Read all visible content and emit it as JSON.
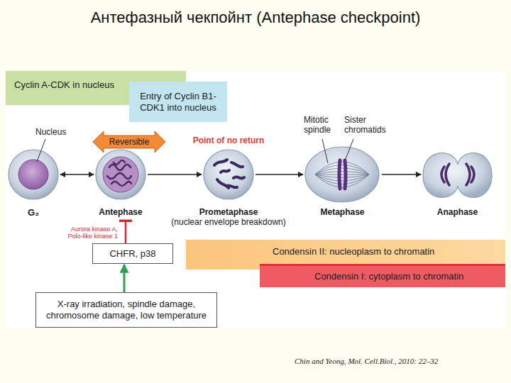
{
  "diagram": {
    "title": "Антефазный чекпойнт (Antephase checkpoint)",
    "caption": "Chin and Yeong, Mol. Cell.Biol., 2010: 22–32",
    "nodes": [
      {
        "text": [
          "Cyclin A-CDK in nucleus"
        ]
      },
      {
        "text": [
          "Entry of Cyclin B1-CDK1 into nucleus"
        ]
      },
      {
        "text": [
          "Reversible"
        ]
      },
      {
        "text": [
          "G₂"
        ]
      },
      {
        "text": [
          "Antephase"
        ]
      },
      {
        "text": [
          "Prometaphase",
          "(nuclear envelope breakdown)"
        ]
      },
      {
        "text": [
          "Metaphase"
        ]
      },
      {
        "text": [
          "Anaphase"
        ]
      },
      {
        "text": [
          "CHFR, p38"
        ]
      },
      {
        "text": [
          "X-ray irradiation, spindle damage, chromosome damage, low temperature"
        ]
      },
      {
        "text": [
          "Condensin II: nucleoplasm to chromatin"
        ]
      },
      {
        "text": [
          "Condensin I: cytoplasm to chromatin"
        ]
      }
    ],
    "edges": [
      {
        "from": 3,
        "to": 4,
        "arrow": "both"
      },
      {
        "from": 4,
        "to": 5,
        "arrow": "to"
      },
      {
        "from": 5,
        "to": 6,
        "arrow": "to"
      },
      {
        "from": 6,
        "to": 7,
        "arrow": "to"
      },
      {
        "from": 9,
        "to": 8,
        "arrow": "to"
      },
      {
        "from": 8,
        "to": 4,
        "arrow": "to"
      }
    ],
    "labels": [
      "Nucleus",
      "Point of no return",
      "Mitotic spindle",
      "Sister chromatids",
      "Aurora kinase A, Polo-like kinase 1"
    ]
  }
}
